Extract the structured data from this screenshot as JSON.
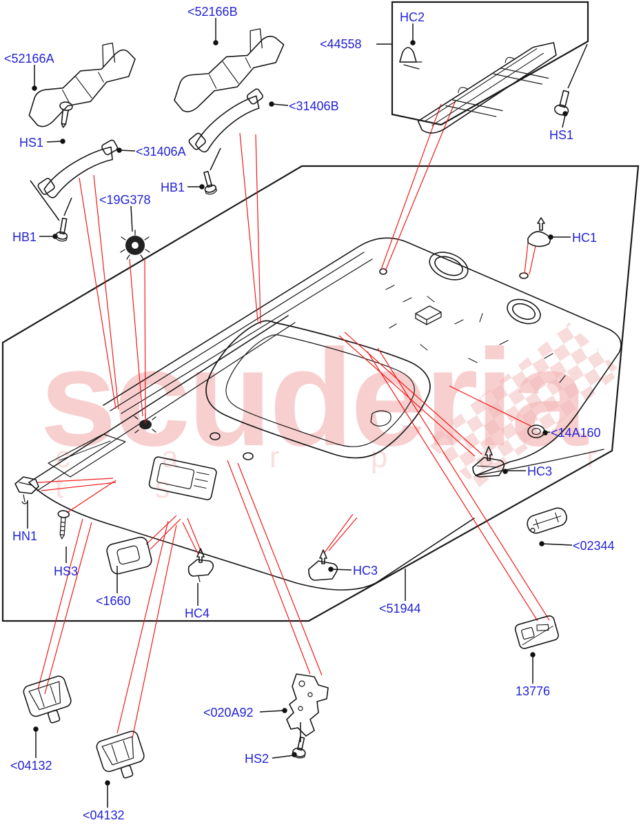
{
  "watermark": {
    "word": "scuderia",
    "subtext": "c a r p a r t s"
  },
  "colors": {
    "label_blue": "#2222d6",
    "line_black": "#1a1a1a",
    "leader_red": "#f01818",
    "watermark_pink": "#f2a8a8"
  },
  "labels": [
    {
      "id": "52166A",
      "text": "<52166A"
    },
    {
      "id": "52166B",
      "text": "<52166B"
    },
    {
      "id": "44558",
      "text": "<44558"
    },
    {
      "id": "HC2",
      "text": "HC2"
    },
    {
      "id": "HS1-top",
      "text": "HS1"
    },
    {
      "id": "HS1-left",
      "text": "HS1"
    },
    {
      "id": "31406A",
      "text": "<31406A"
    },
    {
      "id": "31406B",
      "text": "<31406B"
    },
    {
      "id": "HB1-right",
      "text": "HB1"
    },
    {
      "id": "HB1-left",
      "text": "HB1"
    },
    {
      "id": "19G378",
      "text": "<19G378"
    },
    {
      "id": "HC1",
      "text": "HC1"
    },
    {
      "id": "14A160",
      "text": "<14A160"
    },
    {
      "id": "HC3-right",
      "text": "HC3"
    },
    {
      "id": "02344",
      "text": "<02344"
    },
    {
      "id": "HC3-left",
      "text": "HC3"
    },
    {
      "id": "51944",
      "text": "<51944"
    },
    {
      "id": "1660",
      "text": "<1660"
    },
    {
      "id": "HC4",
      "text": "HC4"
    },
    {
      "id": "HN1",
      "text": "HN1"
    },
    {
      "id": "HS3",
      "text": "HS3"
    },
    {
      "id": "04132-a",
      "text": "<04132"
    },
    {
      "id": "04132-b",
      "text": "<04132"
    },
    {
      "id": "020A92",
      "text": "<020A92"
    },
    {
      "id": "HS2",
      "text": "HS2"
    },
    {
      "id": "13776",
      "text": "13776"
    }
  ]
}
